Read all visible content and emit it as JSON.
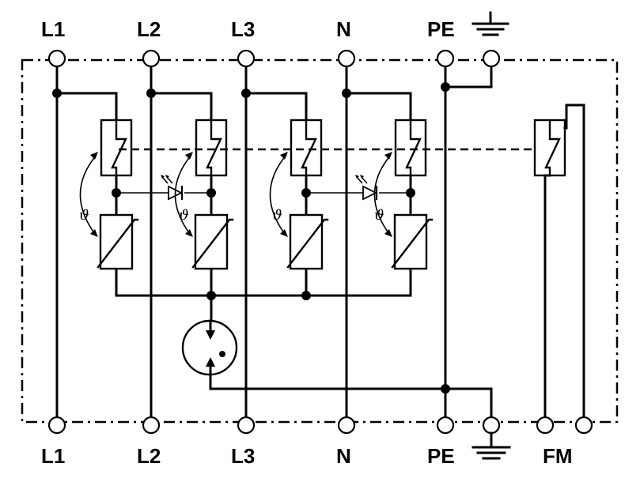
{
  "labels": {
    "top": {
      "l1": "L1",
      "l2": "L2",
      "l3": "L3",
      "n": "N",
      "pe": "PE"
    },
    "bottom": {
      "l1": "L1",
      "l2": "L2",
      "l3": "L3",
      "n": "N",
      "pe": "PE",
      "fm": "FM"
    },
    "theta": "ϑ"
  },
  "icons": [
    "ground-icon",
    "switch-icon",
    "varistor-icon",
    "led-icon",
    "spark-gap-icon"
  ],
  "colors": {
    "line": "#000000",
    "background": "#ffffff"
  }
}
